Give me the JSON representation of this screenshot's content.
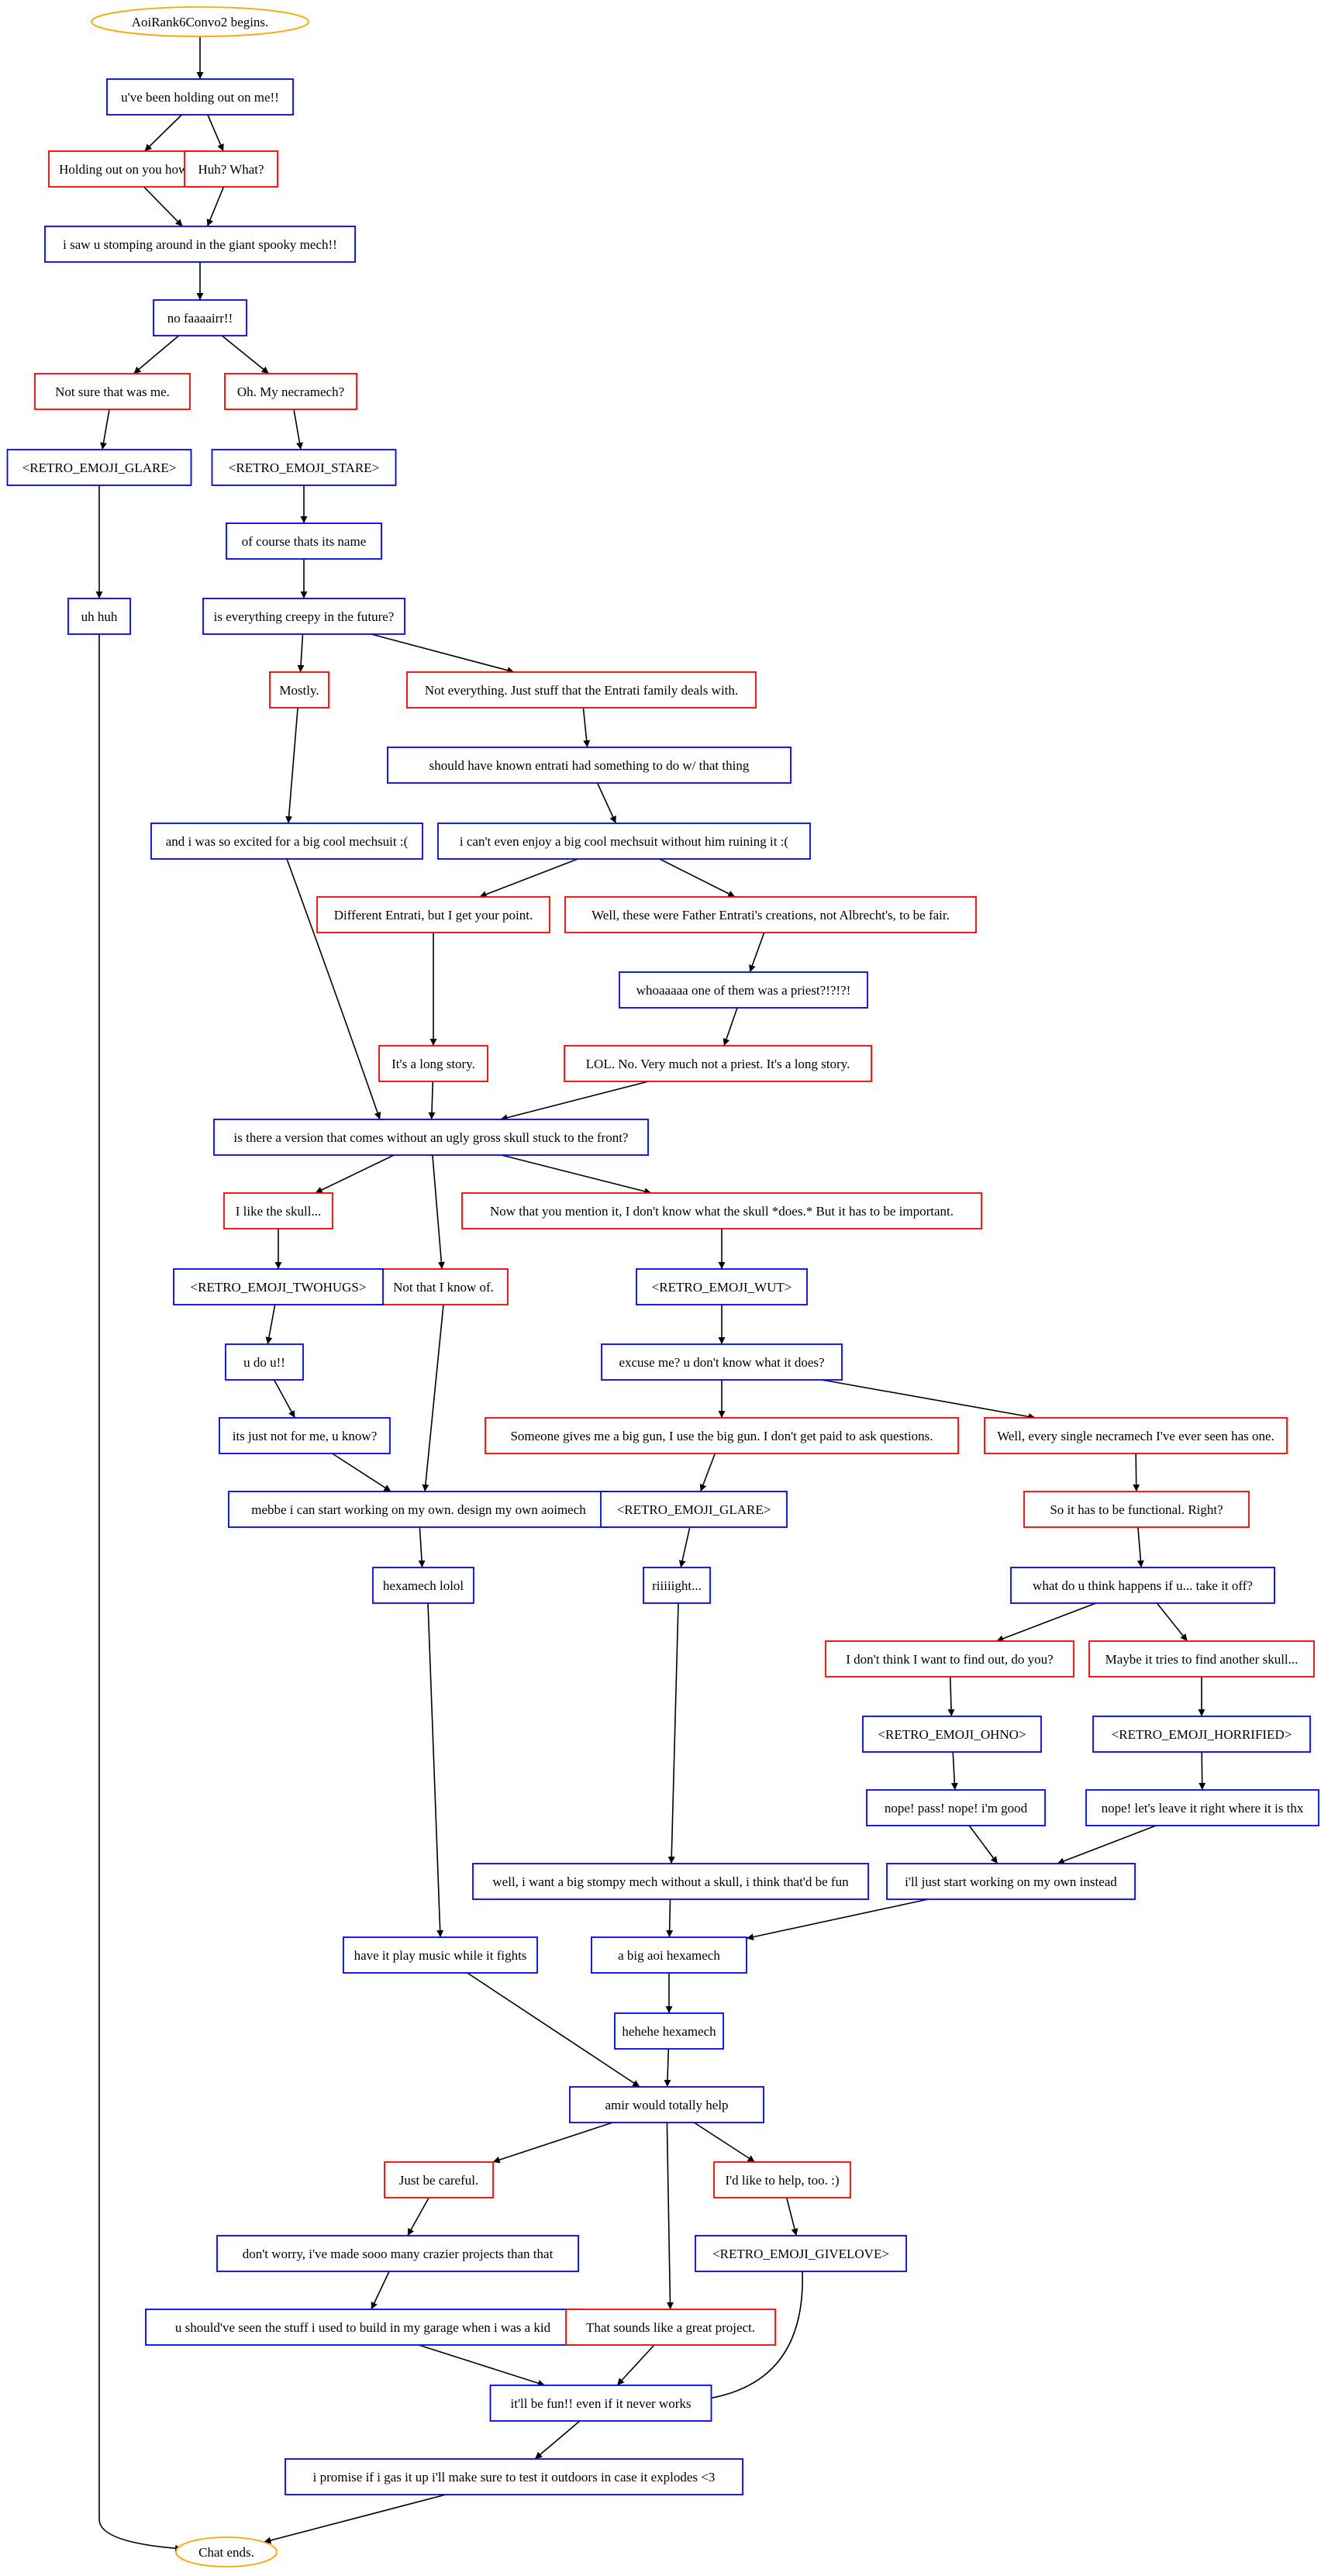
{
  "colors": {
    "npc": "#0000ff",
    "player": "#ff0000",
    "terminal": "#ffa500",
    "edge": "#000000"
  },
  "nodes": [
    {
      "id": "start",
      "kind": "terminal",
      "text": "AoiRank6Convo2 begins."
    },
    {
      "id": "n1",
      "kind": "npc",
      "text": "u've been holding out on me!!"
    },
    {
      "id": "r1a",
      "kind": "player",
      "text": "Holding out on you how?"
    },
    {
      "id": "r1b",
      "kind": "player",
      "text": "Huh? What?"
    },
    {
      "id": "n2",
      "kind": "npc",
      "text": "i saw u stomping around in the giant spooky mech!!"
    },
    {
      "id": "n3",
      "kind": "npc",
      "text": "no faaaairr!!"
    },
    {
      "id": "r2a",
      "kind": "player",
      "text": "Not sure that was me."
    },
    {
      "id": "r2b",
      "kind": "player",
      "text": "Oh. My necramech?"
    },
    {
      "id": "n4a",
      "kind": "npc",
      "text": "<RETRO_EMOJI_GLARE>"
    },
    {
      "id": "n4b",
      "kind": "npc",
      "text": "<RETRO_EMOJI_STARE>"
    },
    {
      "id": "n5",
      "kind": "npc",
      "text": "of course thats its name"
    },
    {
      "id": "n5a",
      "kind": "npc",
      "text": "uh huh"
    },
    {
      "id": "n6",
      "kind": "npc",
      "text": "is everything creepy in the future?"
    },
    {
      "id": "r3a",
      "kind": "player",
      "text": "Mostly."
    },
    {
      "id": "r3b",
      "kind": "player",
      "text": "Not everything. Just stuff that the Entrati family deals with."
    },
    {
      "id": "n7",
      "kind": "npc",
      "text": "should have known entrati had something to do w/ that thing"
    },
    {
      "id": "n8a",
      "kind": "npc",
      "text": "and i was so excited for a big cool mechsuit :("
    },
    {
      "id": "n8b",
      "kind": "npc",
      "text": "i can't even enjoy a big cool mechsuit without him ruining it :("
    },
    {
      "id": "r4a",
      "kind": "player",
      "text": "Different Entrati, but I get your point."
    },
    {
      "id": "r4b",
      "kind": "player",
      "text": "Well, these were Father Entrati's creations, not Albrecht's, to be fair."
    },
    {
      "id": "n9",
      "kind": "npc",
      "text": "whoaaaaa one of them was a priest?!?!?!"
    },
    {
      "id": "r5a",
      "kind": "player",
      "text": "It's a long story."
    },
    {
      "id": "r5b",
      "kind": "player",
      "text": "LOL. No. Very much not a priest. It's a long story."
    },
    {
      "id": "n10",
      "kind": "npc",
      "text": "is there a version that comes without an ugly gross skull stuck to the front?"
    },
    {
      "id": "r6a",
      "kind": "player",
      "text": "I like the skull..."
    },
    {
      "id": "r6b",
      "kind": "player",
      "text": "Not that I know of."
    },
    {
      "id": "r6c",
      "kind": "player",
      "text": "Now that you mention it, I don't know what the skull *does.* But it has to be important."
    },
    {
      "id": "n11a",
      "kind": "npc",
      "text": "<RETRO_EMOJI_TWOHUGS>"
    },
    {
      "id": "n11b",
      "kind": "npc",
      "text": "<RETRO_EMOJI_WUT>"
    },
    {
      "id": "n12a",
      "kind": "npc",
      "text": "u do u!!"
    },
    {
      "id": "n12b",
      "kind": "npc",
      "text": "excuse me? u don't know what it does?"
    },
    {
      "id": "n13",
      "kind": "npc",
      "text": "its just not for me, u know?"
    },
    {
      "id": "r7a",
      "kind": "player",
      "text": "Someone gives me a big gun, I use the big gun. I don't get paid to ask questions."
    },
    {
      "id": "r7b",
      "kind": "player",
      "text": "Well, every single necramech I've ever seen has one."
    },
    {
      "id": "n14",
      "kind": "npc",
      "text": "mebbe i can start working on my own. design my own aoimech"
    },
    {
      "id": "n15a",
      "kind": "npc",
      "text": "<RETRO_EMOJI_GLARE>"
    },
    {
      "id": "r8",
      "kind": "player",
      "text": "So it has to be functional. Right?"
    },
    {
      "id": "n16",
      "kind": "npc",
      "text": "hexamech lolol"
    },
    {
      "id": "n17",
      "kind": "npc",
      "text": "riiiiight..."
    },
    {
      "id": "n18",
      "kind": "npc",
      "text": "what do u think happens if u... take it off?"
    },
    {
      "id": "r9a",
      "kind": "player",
      "text": "I don't think I want to find out, do you?"
    },
    {
      "id": "r9b",
      "kind": "player",
      "text": "Maybe it tries to find another skull..."
    },
    {
      "id": "n19a",
      "kind": "npc",
      "text": "<RETRO_EMOJI_OHNO>"
    },
    {
      "id": "n19b",
      "kind": "npc",
      "text": "<RETRO_EMOJI_HORRIFIED>"
    },
    {
      "id": "n20a",
      "kind": "npc",
      "text": "nope! pass! nope! i'm good"
    },
    {
      "id": "n20b",
      "kind": "npc",
      "text": "nope! let's leave it right where it is thx"
    },
    {
      "id": "n21",
      "kind": "npc",
      "text": "well, i want a big stompy mech without a skull, i think that'd be fun"
    },
    {
      "id": "n22",
      "kind": "npc",
      "text": "i'll just start working on my own instead"
    },
    {
      "id": "n23",
      "kind": "npc",
      "text": "have it play music while it fights"
    },
    {
      "id": "n24",
      "kind": "npc",
      "text": "a big aoi hexamech"
    },
    {
      "id": "n25",
      "kind": "npc",
      "text": "hehehe hexamech"
    },
    {
      "id": "n26",
      "kind": "npc",
      "text": "amir would totally help"
    },
    {
      "id": "r10a",
      "kind": "player",
      "text": "Just be careful."
    },
    {
      "id": "r10b",
      "kind": "player",
      "text": "I'd like to help, too. :)"
    },
    {
      "id": "n27",
      "kind": "npc",
      "text": "don't worry, i've made sooo many crazier projects than that"
    },
    {
      "id": "n28",
      "kind": "npc",
      "text": "<RETRO_EMOJI_GIVELOVE>"
    },
    {
      "id": "n29",
      "kind": "npc",
      "text": "u should've seen the stuff i used to build in my garage when i was a kid"
    },
    {
      "id": "r10c",
      "kind": "player",
      "text": "That sounds like a great project."
    },
    {
      "id": "n30",
      "kind": "npc",
      "text": "it'll be fun!! even if it never works"
    },
    {
      "id": "n31",
      "kind": "npc",
      "text": "i promise if i gas it up i'll make sure to test it outdoors in case it explodes <3"
    },
    {
      "id": "end",
      "kind": "terminal",
      "text": "Chat ends."
    }
  ],
  "edges": [
    [
      "start",
      "n1"
    ],
    [
      "n1",
      "r1a"
    ],
    [
      "n1",
      "r1b"
    ],
    [
      "r1a",
      "n2"
    ],
    [
      "r1b",
      "n2"
    ],
    [
      "n2",
      "n3"
    ],
    [
      "n3",
      "r2a"
    ],
    [
      "n3",
      "r2b"
    ],
    [
      "r2a",
      "n4a"
    ],
    [
      "r2b",
      "n4b"
    ],
    [
      "n4a",
      "n5a"
    ],
    [
      "n4b",
      "n5"
    ],
    [
      "n5",
      "n6"
    ],
    [
      "n6",
      "r3a"
    ],
    [
      "n6",
      "r3b"
    ],
    [
      "r3b",
      "n7"
    ],
    [
      "r3a",
      "n8a"
    ],
    [
      "n7",
      "n8b"
    ],
    [
      "n8b",
      "r4a"
    ],
    [
      "n8b",
      "r4b"
    ],
    [
      "r4b",
      "n9"
    ],
    [
      "r4a",
      "r5a"
    ],
    [
      "n9",
      "r5b"
    ],
    [
      "n8a",
      "n10"
    ],
    [
      "r5a",
      "n10"
    ],
    [
      "r5b",
      "n10"
    ],
    [
      "n10",
      "r6a"
    ],
    [
      "n10",
      "r6b"
    ],
    [
      "n10",
      "r6c"
    ],
    [
      "r6a",
      "n11a"
    ],
    [
      "r6c",
      "n11b"
    ],
    [
      "n11a",
      "n12a"
    ],
    [
      "n11b",
      "n12b"
    ],
    [
      "n12a",
      "n13"
    ],
    [
      "n12b",
      "r7a"
    ],
    [
      "n12b",
      "r7b"
    ],
    [
      "n13",
      "n14"
    ],
    [
      "r6b",
      "n14"
    ],
    [
      "r7a",
      "n15a"
    ],
    [
      "r7b",
      "r8"
    ],
    [
      "n14",
      "n16"
    ],
    [
      "n15a",
      "n17"
    ],
    [
      "r8",
      "n18"
    ],
    [
      "n18",
      "r9a"
    ],
    [
      "n18",
      "r9b"
    ],
    [
      "r9a",
      "n19a"
    ],
    [
      "r9b",
      "n19b"
    ],
    [
      "n19a",
      "n20a"
    ],
    [
      "n19b",
      "n20b"
    ],
    [
      "n20a",
      "n22"
    ],
    [
      "n20b",
      "n22"
    ],
    [
      "n17",
      "n21"
    ],
    [
      "n16",
      "n23"
    ],
    [
      "n21",
      "n24"
    ],
    [
      "n22",
      "n24"
    ],
    [
      "n24",
      "n25"
    ],
    [
      "n23",
      "n26"
    ],
    [
      "n25",
      "n26"
    ],
    [
      "n26",
      "r10a"
    ],
    [
      "n26",
      "r10c"
    ],
    [
      "n26",
      "r10b"
    ],
    [
      "r10a",
      "n27"
    ],
    [
      "r10b",
      "n28"
    ],
    [
      "n27",
      "n29"
    ],
    [
      "n29",
      "n30"
    ],
    [
      "r10c",
      "n30"
    ],
    [
      "n28",
      "n30"
    ],
    [
      "n30",
      "n31"
    ],
    [
      "n31",
      "end"
    ],
    [
      "n5a",
      "end"
    ]
  ]
}
